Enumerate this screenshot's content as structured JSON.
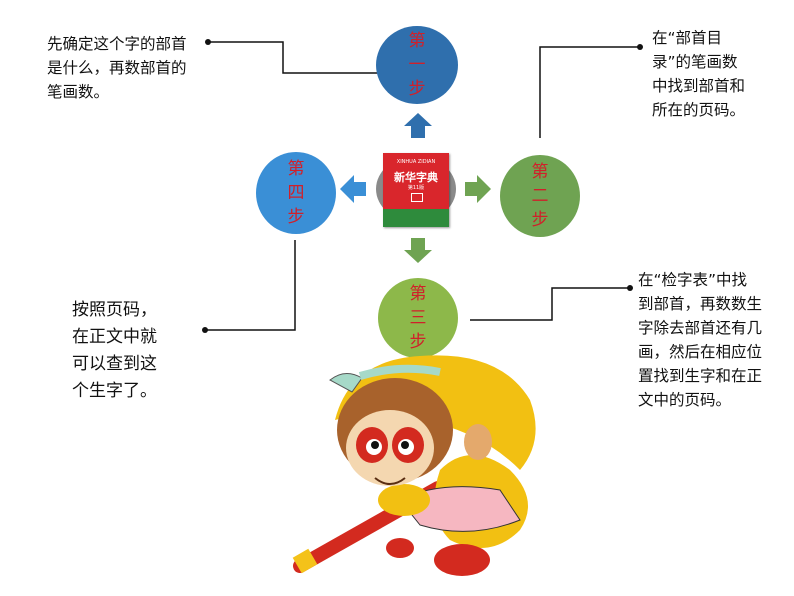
{
  "notes": {
    "top_left": "先确定这个字的部首\n是什么，再数部首的\n笔画数。",
    "top_right": "在“部首目\n录”的笔画数\n中找到部首和\n所在的页码。",
    "mid_left": "按照页码，\n在正文中就\n可以查到这\n个生字了。",
    "mid_right": "在“检字表”中找\n到部首，再数数生\n字除去部首还有几\n画，然后在相应位\n置找到生字和在正\n文中的页码。"
  },
  "steps": {
    "one": [
      "第",
      "一",
      "步"
    ],
    "two": [
      "第",
      "二",
      "步"
    ],
    "three": [
      "第",
      "三",
      "步"
    ],
    "four": [
      "第",
      "四",
      "步"
    ]
  },
  "book": {
    "pinyin": "XINHUA ZIDIAN",
    "title": "新华字典",
    "edition": "第11版"
  },
  "colors": {
    "step_one": "#2f6fad",
    "step_two": "#6fa352",
    "step_three": "#8db84a",
    "step_four": "#3a8fd6",
    "step_text_red": "#d0202a",
    "arrow_blue": "#2f6fad",
    "arrow_green": "#6fa352",
    "book_red": "#d9262c",
    "book_green": "#2e8b3c"
  }
}
